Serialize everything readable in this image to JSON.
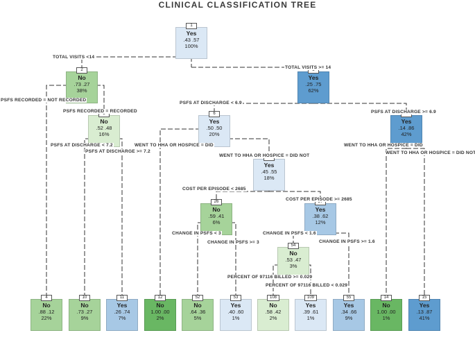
{
  "title": "CLINICAL CLASSIFICATION TREE",
  "colors": {
    "no_dark": "#69b763",
    "no_mid": "#a6d39a",
    "no_light": "#d9edd1",
    "yes_light": "#dbe8f5",
    "yes_mid": "#a7c8e5",
    "yes_dark": "#5e9ccf",
    "edge": "#333333"
  },
  "nodes": [
    {
      "id": "1",
      "cls": "Yes",
      "probs": ".43  .57",
      "pct": "100%"
    },
    {
      "id": "2",
      "cls": "No",
      "probs": ".73  .27",
      "pct": "38%"
    },
    {
      "id": "3",
      "cls": "Yes",
      "probs": ".25  .75",
      "pct": "62%"
    },
    {
      "id": "5",
      "cls": "No",
      "probs": ".52  .48",
      "pct": "16%"
    },
    {
      "id": "6",
      "cls": "Yes",
      "probs": ".50  .50",
      "pct": "20%"
    },
    {
      "id": "7",
      "cls": "Yes",
      "probs": ".14  .86",
      "pct": "42%"
    },
    {
      "id": "13",
      "cls": "Yes",
      "probs": ".45  .55",
      "pct": "18%"
    },
    {
      "id": "26",
      "cls": "No",
      "probs": ".59  .41",
      "pct": "6%"
    },
    {
      "id": "27",
      "cls": "Yes",
      "probs": ".38  .62",
      "pct": "12%"
    },
    {
      "id": "54",
      "cls": "No",
      "probs": ".53  .47",
      "pct": "3%"
    },
    {
      "id": "4",
      "cls": "No",
      "probs": ".88  .12",
      "pct": "22%"
    },
    {
      "id": "10",
      "cls": "No",
      "probs": ".73  .27",
      "pct": "9%"
    },
    {
      "id": "11",
      "cls": "Yes",
      "probs": ".26  .74",
      "pct": "7%"
    },
    {
      "id": "12",
      "cls": "No",
      "probs": "1.00  .00",
      "pct": "2%"
    },
    {
      "id": "52",
      "cls": "No",
      "probs": ".64  .36",
      "pct": "5%"
    },
    {
      "id": "53",
      "cls": "Yes",
      "probs": ".40  .60",
      "pct": "1%"
    },
    {
      "id": "108",
      "cls": "No",
      "probs": ".58  .42",
      "pct": "2%"
    },
    {
      "id": "109",
      "cls": "Yes",
      "probs": ".39  .61",
      "pct": "1%"
    },
    {
      "id": "55",
      "cls": "Yes",
      "probs": ".34  .66",
      "pct": "9%"
    },
    {
      "id": "14",
      "cls": "No",
      "probs": "1.00  .00",
      "pct": "1%"
    },
    {
      "id": "15",
      "cls": "Yes",
      "probs": ".13  .87",
      "pct": "41%"
    }
  ],
  "split_labels": {
    "total_visits_lt": "TOTAL VISITS <14",
    "total_visits_ge": "TOTAL VISITS >= 14",
    "psfs_not_recorded": "PSFS RECORDED = NOT RECORDED",
    "psfs_recorded": "PSFS RECORDED = RECORDED",
    "psfs_discharge_lt_69": "PSFS AT DISCHARGE < 6.9",
    "psfs_discharge_ge_69": "PSFS AT DISCHARGE >= 6.9",
    "psfs_discharge_lt_72": "PSFS AT DISCHARGE < 7.2",
    "psfs_discharge_ge_72": "PSFS AT DISCHARGE >= 7.2",
    "hha_did_left": "WENT TO HHA OR HOSPICE = DID",
    "hha_did_not_left": "WENT TO HHA OR HOSPICE = DID NOT",
    "hha_did_right": "WENT TO HHA OR HOSPICE = DID",
    "hha_did_not_right": "WENT TO HHA OR HOSPICE = DID NOT",
    "cost_lt": "COST PER EPISODE < 2685",
    "cost_ge": "COST PER EPISODE >= 2685",
    "change_lt_3": "CHANGE IN PSFS < 3",
    "change_ge_3": "CHANGE IN PSFS >= 3",
    "change_lt_16": "CHANGE IN PSFS < 1.6",
    "change_ge_16": "CHANGE IN PSFS >= 1.6",
    "pct_ge": "PERCENT OF 97116 BILLED >= 0.029",
    "pct_lt": "PERCENT OF 97116 BILLED < 0.029"
  }
}
